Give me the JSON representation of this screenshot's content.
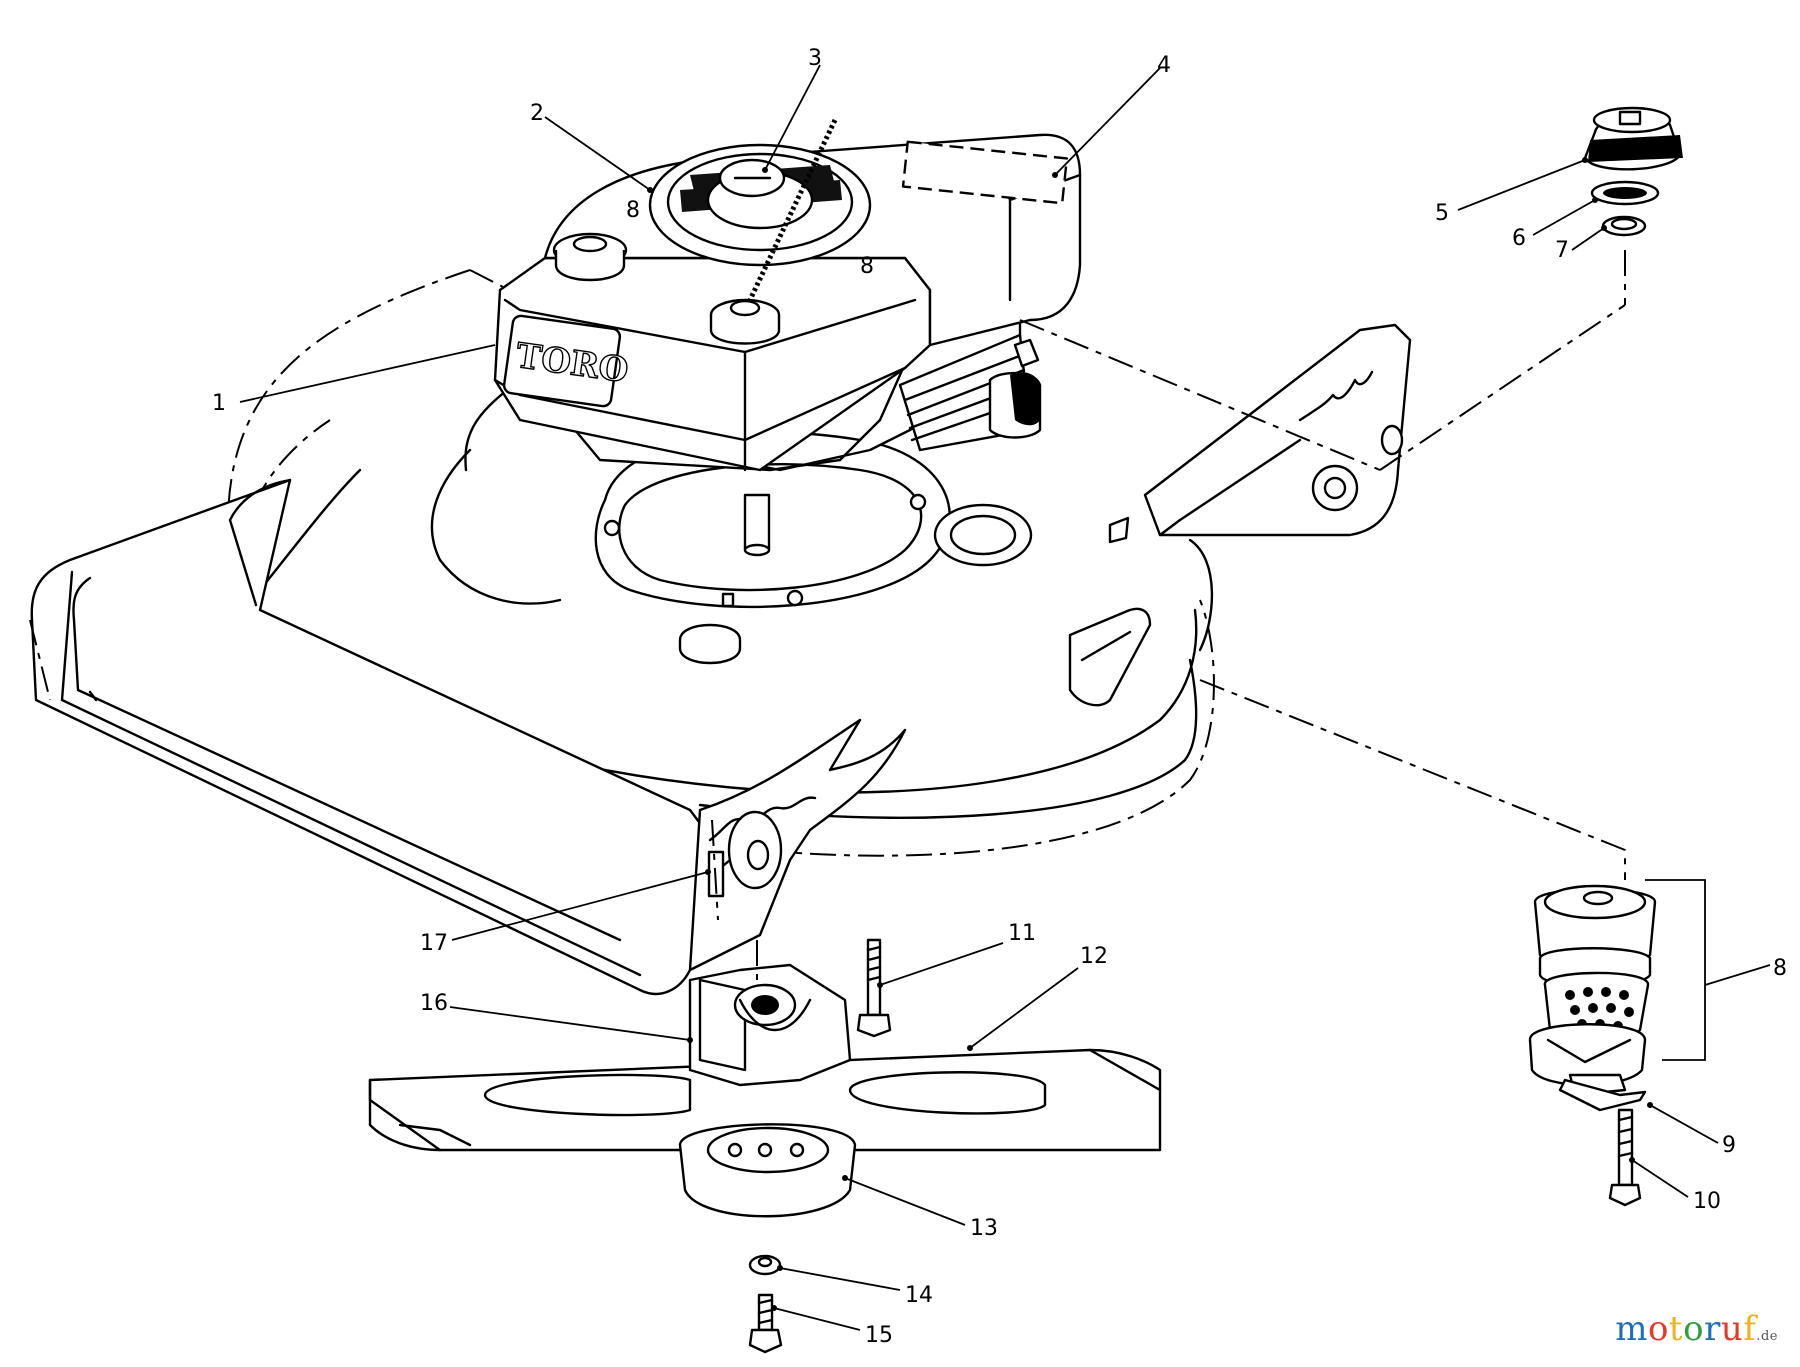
{
  "diagram": {
    "callouts": [
      "1",
      "2",
      "3",
      "4",
      "5",
      "6",
      "7",
      "8",
      "9",
      "10",
      "11",
      "12",
      "13",
      "14",
      "15",
      "16",
      "17"
    ],
    "engine_brand": "TORO",
    "watermark": {
      "letters": [
        "m",
        "o",
        "t",
        "o",
        "r",
        "u",
        "f"
      ],
      "letter_colors": [
        "#1e6fb8",
        "#e33b2b",
        "#f2b01e",
        "#2f9e3f",
        "#1e6fb8",
        "#e33b2b",
        "#f2b01e"
      ],
      "suffix": ".de"
    }
  }
}
